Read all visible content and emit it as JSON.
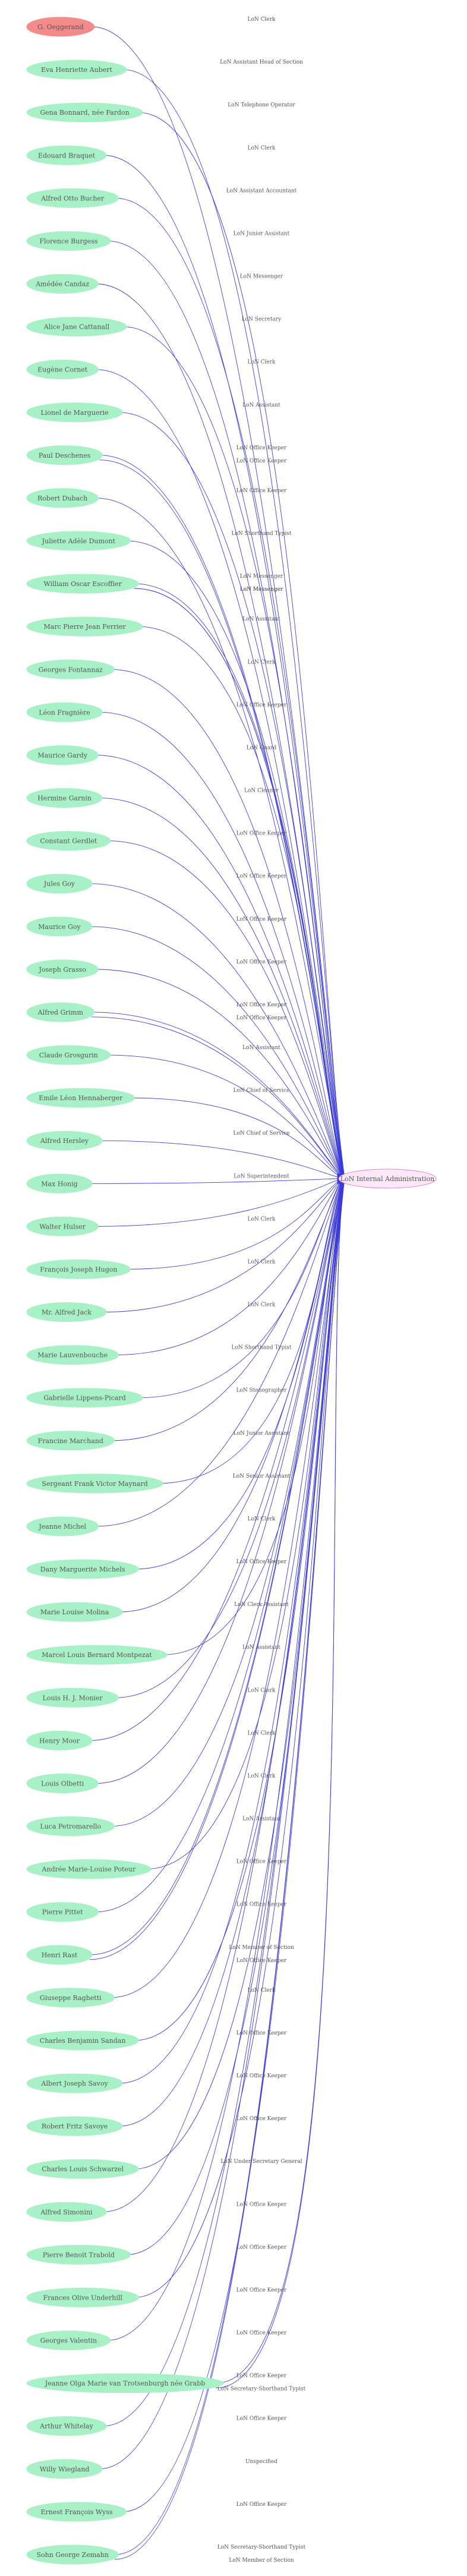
{
  "colors": {
    "person_node_fill": "#a8f0c6",
    "highlight_node_fill": "#f48a8a",
    "org_node_fill": "#fde8f8",
    "org_node_stroke": "#e080d0",
    "edge": "#3b3bd9",
    "label_text": "#555555"
  },
  "target": {
    "name": "LoN Internal Administration"
  },
  "people": [
    {
      "name": "G. Oeggerand",
      "role": "LoN Clerk",
      "highlight": true
    },
    {
      "name": "Eva Henriette Aubert",
      "role": "LoN Assistant Head of Section"
    },
    {
      "name": "Gena Bonnard, née Fardon",
      "role": "LoN Telephone Operator"
    },
    {
      "name": "Edouard Braquet",
      "role": "LoN Clerk"
    },
    {
      "name": "Alfred Otto Bucher",
      "role": "LoN Assistant Accountant"
    },
    {
      "name": "Florence Burgess",
      "role": "LoN Junior Assistant"
    },
    {
      "name": "Amédée Candaz",
      "role": "LoN Messenger"
    },
    {
      "name": "Alice Jane Cattanall",
      "role": "LoN Secretary"
    },
    {
      "name": "Eugène Cornet",
      "role": "LoN Clerk"
    },
    {
      "name": "Lionel de Marguerie",
      "role": "LoN Assistant"
    },
    {
      "name": "Paul Deschenes",
      "role": "LoN Office Keeper"
    },
    {
      "name": "Robert Dubach",
      "role": "LoN Office Keeper"
    },
    {
      "name": "Juliette Adèle Dumont",
      "role": "LoN Shorthand Typist"
    },
    {
      "name": "William Oscar Escoffier",
      "role": "LoN Messenger"
    },
    {
      "name": "Marc Pierre Jean Ferrier",
      "role": "LoN Assistant"
    },
    {
      "name": "Georges Fontannaz",
      "role": "LoN Clerk"
    },
    {
      "name": "Léon Fragnière",
      "role": "LoN Office Keeper"
    },
    {
      "name": "Maurice Gardy",
      "role": "LoN Guard"
    },
    {
      "name": "Hermine Garnin",
      "role": "LoN Cleaner"
    },
    {
      "name": "Constant Gerdlet",
      "role": "LoN Office Keeper"
    },
    {
      "name": "Jules Goy",
      "role": "LoN Office Keeper"
    },
    {
      "name": "Maurice Goy",
      "role": "LoN Office Keeper"
    },
    {
      "name": "Joseph Grasso",
      "role": "LoN Office Keeper"
    },
    {
      "name": "Alfred Grimm",
      "role": "LoN Office Keeper"
    },
    {
      "name": "Claude Grosgurin",
      "role": "LoN Assistant"
    },
    {
      "name": "Emile Léon Hennaberger",
      "role": "LoN Chief of Service"
    },
    {
      "name": "Alfred Hersley",
      "role": "LoN Chief of Service"
    },
    {
      "name": "Max Honig",
      "role": "LoN Superintendent"
    },
    {
      "name": "Walter Hulser",
      "role": "LoN Clerk"
    },
    {
      "name": "François Joseph Hugon",
      "role": "LoN Clerk"
    },
    {
      "name": "Mr. Alfred Jack",
      "role": "LoN Clerk"
    },
    {
      "name": "Marie Lauvenbouche",
      "role": "LoN Shorthand Typist"
    },
    {
      "name": "Gabrielle Lippens-Picard",
      "role": "LoN Stenographer"
    },
    {
      "name": "Francine Marchand",
      "role": "LoN Junior Assistant"
    },
    {
      "name": "Sergeant Frank Victor Maynard",
      "role": "LoN Senior Assistant"
    },
    {
      "name": "Jeanne Michel",
      "role": "LoN Clerk"
    },
    {
      "name": "Dany Marguerite Michels",
      "role": "LoN Office Keeper"
    },
    {
      "name": "Marie Louise Molina",
      "role": "LoN Clerk Assistant"
    },
    {
      "name": "Marcel Louis Bernard Montpezat",
      "role": "LoN Assistant"
    },
    {
      "name": "Louis H. J. Monier",
      "role": "LoN Clerk"
    },
    {
      "name": "Henry Moor",
      "role": "LoN Clerk"
    },
    {
      "name": "Louis Olbetti",
      "role": "LoN Clerk"
    },
    {
      "name": "Luca Petromarello",
      "role": "LoN Assistant"
    },
    {
      "name": "Andrée Marie-Louise Poteur",
      "role": "LoN Office Keeper"
    },
    {
      "name": "Pierre Pittet",
      "role": "LoN Office Keeper"
    },
    {
      "name": "Henri Rast",
      "role": "LoN Member of Section"
    },
    {
      "name": "Giuseppe Raghetti",
      "role": "LoN Clerk"
    },
    {
      "name": "Charles Benjamin Sandan",
      "role": "LoN Office Keeper"
    },
    {
      "name": "Albert Joseph Savoy",
      "role": "LoN Office Keeper"
    },
    {
      "name": "Robert Fritz Savoye",
      "role": "LoN Office Keeper"
    },
    {
      "name": "Charles Louis Schwarzel",
      "role": "LoN Under Secretary General"
    },
    {
      "name": "Alfred Simonini",
      "role": "LoN Office Keeper"
    },
    {
      "name": "Pierre Benoit Trabold",
      "role": "LoN Office Keeper"
    },
    {
      "name": "Frances Olive Underhill",
      "role": "LoN Office Keeper"
    },
    {
      "name": "Georges Valentin",
      "role": "LoN Office Keeper"
    },
    {
      "name": "Jeanne Olga Marie van Trotsenburgh née Grabb",
      "role": "LoN Office Keeper"
    },
    {
      "name": "Arthur Whitelay",
      "role": "LoN Office Keeper"
    },
    {
      "name": "Willy Wiegland",
      "role": "Unspecified"
    },
    {
      "name": "Ernest François Wyss",
      "role": "LoN Office Keeper"
    },
    {
      "name": "Sohn George Zemahn",
      "role": "LoN Secretary-Shorthand Typist"
    }
  ],
  "extra_edges": [
    {
      "from": "Henri Rast",
      "role": "LoN Office Keeper"
    },
    {
      "from": "Jeanne Olga Marie van Trotsenburgh née Grabb",
      "role": "LoN Secretary-Shorthand Typist"
    },
    {
      "from": "William Oscar Escoffier",
      "role": "LoN Messenger"
    },
    {
      "from": "William Oscar Escoffier",
      "role": "LoN Messenger"
    },
    {
      "from": "Alfred Grimm",
      "role": "LoN Office Keeper"
    },
    {
      "from": "Paul Deschenes",
      "role": "LoN Office Keeper"
    },
    {
      "from": "Sohn George Zemahn",
      "role": "LoN Member of Section"
    }
  ]
}
